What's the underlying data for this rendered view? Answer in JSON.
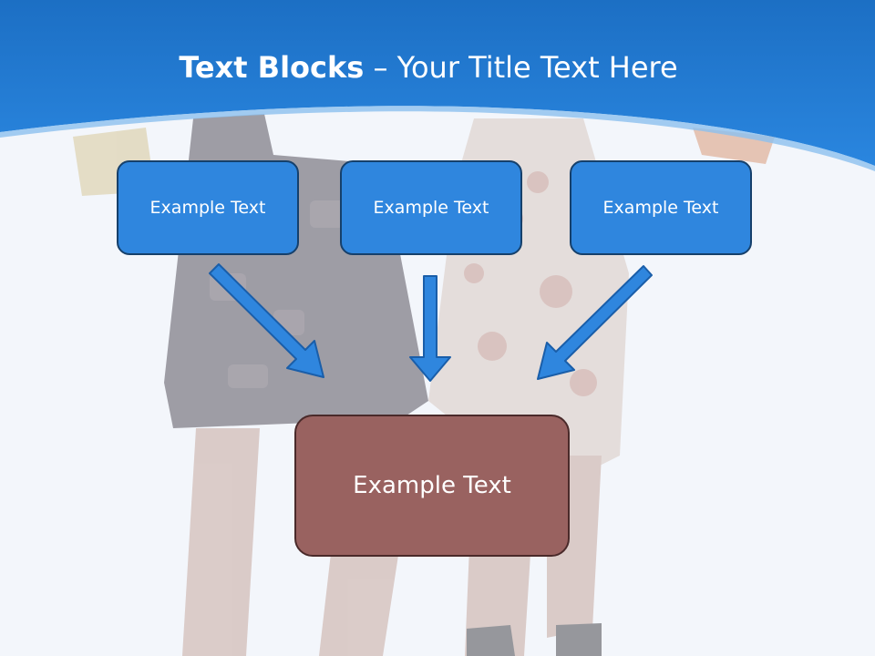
{
  "title": {
    "bold": "Text Blocks",
    "dash": " – ",
    "rest": "Your Title Text Here"
  },
  "blocks": [
    {
      "label": "Example Text"
    },
    {
      "label": "Example Text"
    },
    {
      "label": "Example Text"
    }
  ],
  "target": {
    "label": "Example Text"
  },
  "colors": {
    "header_blue": "#2a86df",
    "box_blue": "#2f86de",
    "box_border": "#16406b",
    "target_fill": "#996260",
    "target_border": "#4a2a2a",
    "arrow_fill": "#2f86de"
  }
}
